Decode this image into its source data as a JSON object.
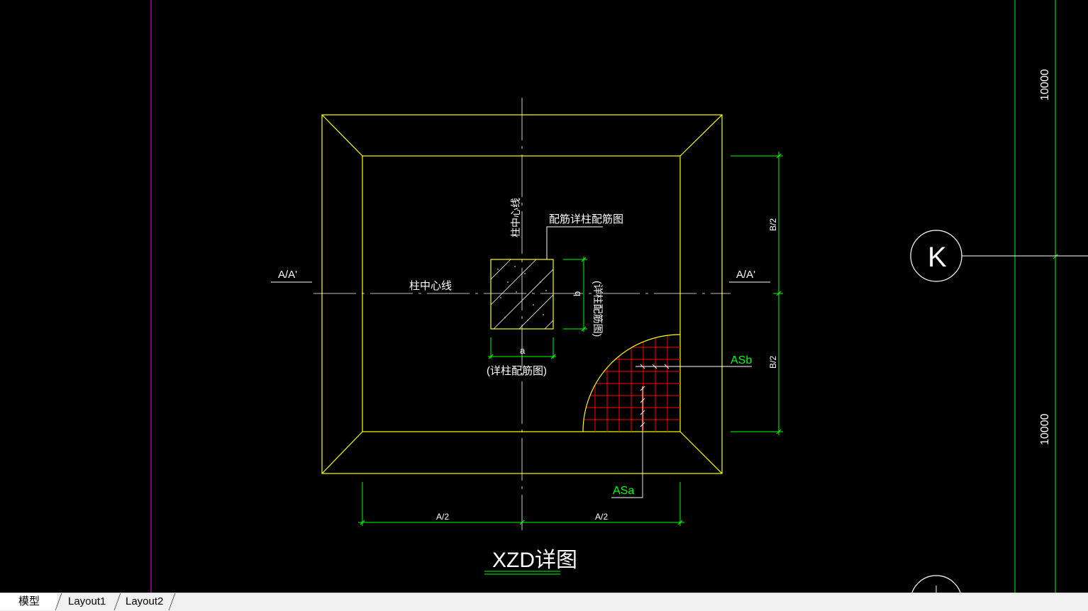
{
  "drawing": {
    "title": "XZD详图",
    "axis_labels": {
      "section_left": "A/A'",
      "section_right": "A/A'",
      "column_centerline_h": "柱中心线",
      "column_centerline_v": "柱中心线",
      "rebar_note": "配筋详柱配筋图",
      "dim_a_note": "(详柱配筋图)",
      "dim_b_note": "(详柱配筋图)",
      "dim_a": "a",
      "dim_b": "b",
      "asb": "ASb",
      "asa": "ASa",
      "half_b_top": "B/2",
      "half_b_bottom": "B/2",
      "half_a_left": "A/2",
      "half_a_right": "A/2",
      "grid_bubble": "K",
      "grid_dim_top": "10000",
      "grid_dim_bottom": "10000"
    },
    "colors": {
      "outline": "#ffff00",
      "dimension": "#00ff00",
      "text": "#ffffff",
      "rebar_mesh": "#ff0000",
      "centerline": "#ffffff",
      "viewport_border": "#ff00ff",
      "background": "#000000"
    }
  },
  "tabs": [
    {
      "label": "模型",
      "active": true
    },
    {
      "label": "Layout1",
      "active": false
    },
    {
      "label": "Layout2",
      "active": false
    }
  ]
}
